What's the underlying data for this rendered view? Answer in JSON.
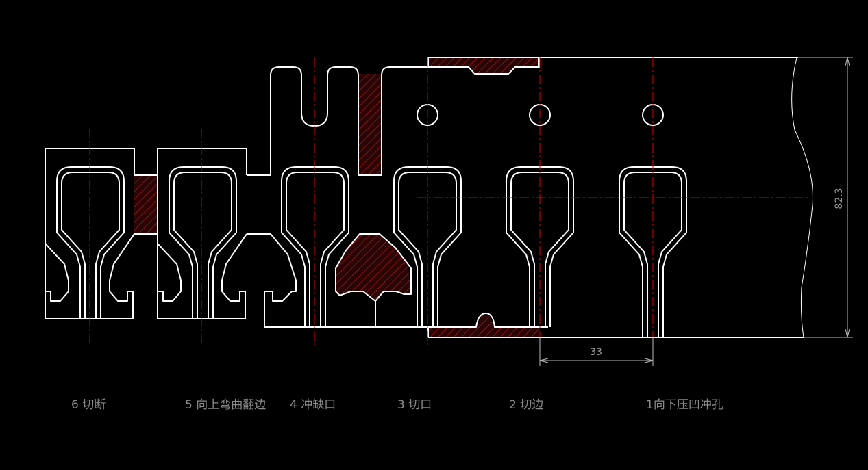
{
  "colors": {
    "background": "#000000",
    "outline": "#ffffff",
    "centerline": "#e00000",
    "hatch": "#7a1010",
    "dimension": "#bdbdbd",
    "label": "#8a8a8a"
  },
  "dimensions": {
    "height_value": "82.3",
    "pitch_value": "33"
  },
  "stations": [
    {
      "label": "6 切断"
    },
    {
      "label": "5 向上弯曲翻边"
    },
    {
      "label": "4 冲缺口"
    },
    {
      "label": "3 切口"
    },
    {
      "label": "2 切边"
    },
    {
      "label": "1向下压凹冲孔"
    }
  ]
}
